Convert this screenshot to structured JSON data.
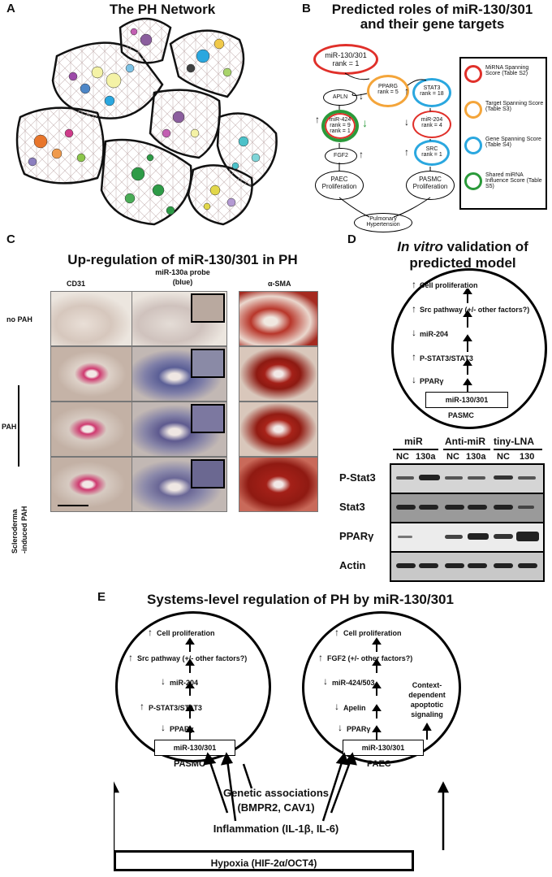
{
  "panelA": {
    "letter": "A",
    "title": "The PH Network"
  },
  "panelB": {
    "letter": "B",
    "title_line1": "Predicted roles of miR-130/301",
    "title_line2": "and their gene targets",
    "nodes": {
      "mir130": "miR-130/301",
      "mir130_rank": "rank = 1",
      "pparg": "PPARG",
      "pparg_rank": "rank = 5",
      "apln": "APLN",
      "mir424": "miR-424",
      "mir424_rank": "rank = 9",
      "mir424_rank2": "rank = 1",
      "fgf2": "FGF2",
      "stat3": "STAT3",
      "stat3_rank": "rank = 18",
      "mir204": "miR-204",
      "mir204_rank": "rank = 4",
      "src": "SRC",
      "src_rank": "rank = 1",
      "paec": "PAEC Proliferation",
      "pasmc": "PASMC Proliferation",
      "ph": "Pulmonary Hypertension"
    },
    "legend": [
      {
        "text": "MiRNA Spanning Score (Table S2)",
        "color": "#e0302a"
      },
      {
        "text": "Target Spanning Score (Table S3)",
        "color": "#f4a53a"
      },
      {
        "text": "Gene Spanning Score (Table S4)",
        "color": "#2aa7df"
      },
      {
        "text": "Shared miRNA Influence Score (Table S5)",
        "color": "#2a9a3a"
      }
    ]
  },
  "panelC": {
    "letter": "C",
    "title": "Up-regulation of miR-130/301 in PH",
    "col1": "CD31",
    "col2_line1": "miR-130a probe",
    "col2_line2": "(blue)",
    "col3": "α-SMA",
    "row1": "no PAH",
    "row2": "PAH",
    "row3_line1": "Scleroderma",
    "row3_line2": "-induced PAH"
  },
  "panelD": {
    "letter": "D",
    "title_line1": "In vitro",
    "title_line1b": " validation of",
    "title_line2": "predicted model",
    "steps": [
      "Cell proliferation",
      "Src pathway (+/- other factors?)",
      "miR-204",
      "P-STAT3/STAT3",
      "PPARγ"
    ],
    "box": "miR-130/301",
    "cell": "PASMC",
    "groups": [
      "miR",
      "Anti-miR",
      "tiny-LNA"
    ],
    "lanes": [
      "NC",
      "130a",
      "NC",
      "130a",
      "NC",
      "130"
    ],
    "blots": [
      "P-Stat3",
      "Stat3",
      "PPARγ",
      "Actin"
    ]
  },
  "panelE": {
    "letter": "E",
    "title": "Systems-level regulation of PH by miR-130/301",
    "left_steps": [
      "Cell proliferation",
      "Src pathway (+/- other factors?)",
      "miR-204",
      "P-STAT3/STAT3",
      "PPARγ"
    ],
    "left_box": "miR-130/301",
    "left_cell": "PASMC",
    "right_steps": [
      "Cell proliferation",
      "FGF2 (+/- other factors?)",
      "miR-424/503",
      "Apelin",
      "PPARγ"
    ],
    "right_box": "miR-130/301",
    "right_cell": "PAEC",
    "context_line1": "Context-",
    "context_line2": "dependent",
    "context_line3": "apoptotic",
    "context_line4": "signaling",
    "genetic_line1": "Genetic associations",
    "genetic_line2": "(BMPR2, CAV1)",
    "inflammation": "Inflammation (IL-1β, IL-6)",
    "hypoxia": "Hypoxia (HIF-2α/OCT4)"
  },
  "arrows": {
    "up": "↑",
    "down": "↓"
  }
}
